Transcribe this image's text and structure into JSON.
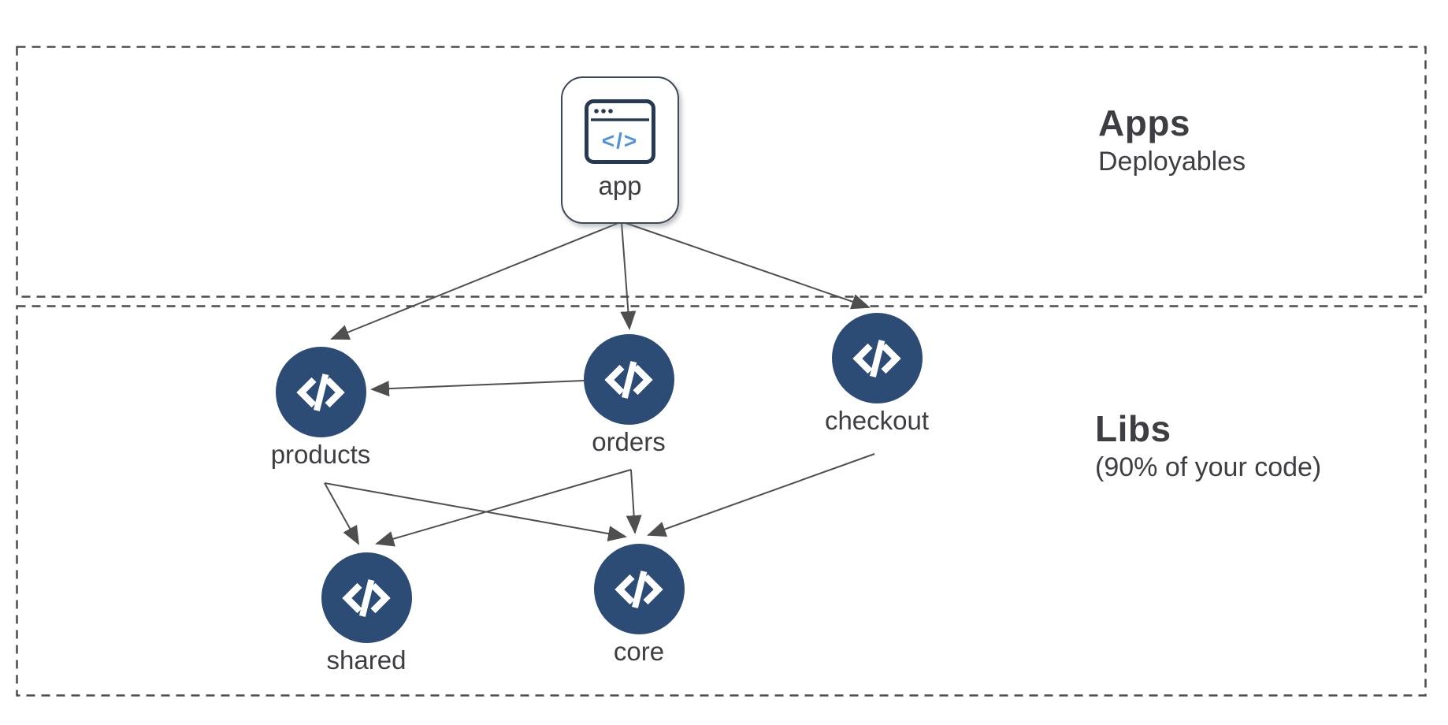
{
  "sections": {
    "apps": {
      "title": "Apps",
      "subtitle": "Deployables"
    },
    "libs": {
      "title": "Libs",
      "subtitle": "(90% of your code)"
    }
  },
  "nodes": {
    "app": {
      "label": "app"
    },
    "products": {
      "label": "products"
    },
    "orders": {
      "label": "orders"
    },
    "checkout": {
      "label": "checkout"
    },
    "shared": {
      "label": "shared"
    },
    "core": {
      "label": "core"
    }
  },
  "edges": [
    {
      "from": "app",
      "to": "products"
    },
    {
      "from": "app",
      "to": "orders"
    },
    {
      "from": "app",
      "to": "checkout"
    },
    {
      "from": "orders",
      "to": "products"
    },
    {
      "from": "products",
      "to": "shared"
    },
    {
      "from": "products",
      "to": "core"
    },
    {
      "from": "orders",
      "to": "shared"
    },
    {
      "from": "orders",
      "to": "core"
    },
    {
      "from": "checkout",
      "to": "core"
    }
  ],
  "icons": {
    "app_window_code_glyph": "</>"
  },
  "colors": {
    "lib_node_fill": "#2c4c76",
    "edge_stroke": "#4f4f4f",
    "section_border": "#4c4c4c",
    "text": "#3d3e44",
    "app_icon_frame": "#273a53",
    "app_icon_code": "#4e94db"
  }
}
